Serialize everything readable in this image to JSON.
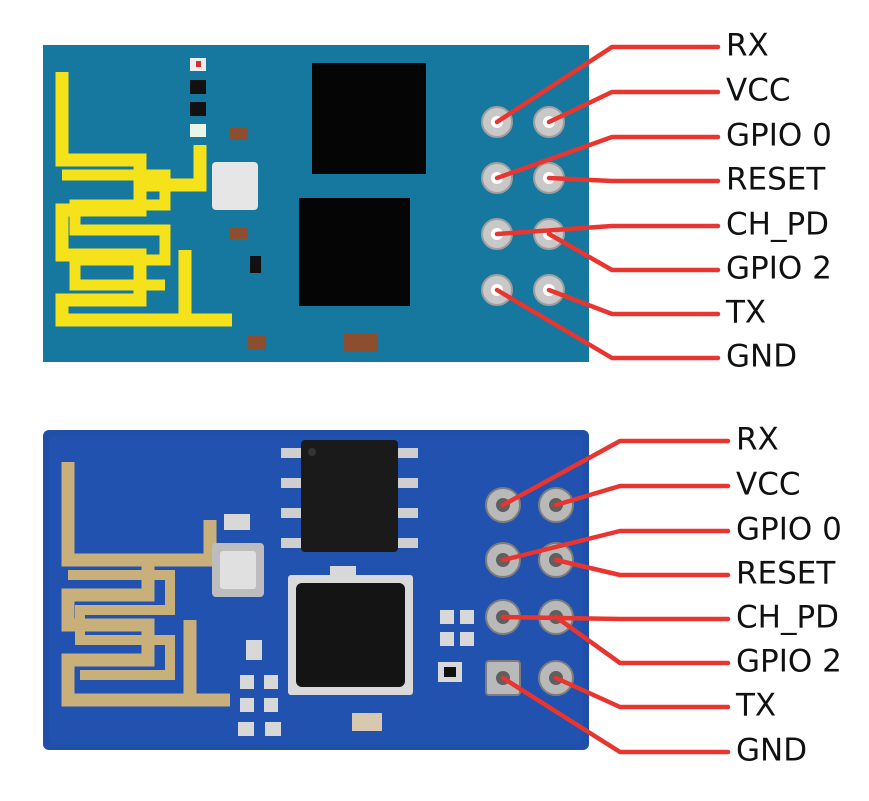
{
  "colors": {
    "background": "#ffffff",
    "board_illustration": "#16789e",
    "board_photo": "#1f4fa8",
    "antenna_illustration": "#f6e21b",
    "antenna_photo": "#c9b07a",
    "chip": "#050505",
    "leader_line": "#e8352f",
    "label_text": "#111111"
  },
  "top_module": {
    "name": "esp-01-illustration",
    "pin_labels": [
      "RX",
      "VCC",
      "GPIO 0",
      "RESET",
      "CH_PD",
      "GPIO 2",
      "TX",
      "GND"
    ]
  },
  "bottom_module": {
    "name": "esp-01-photo",
    "pin_labels": [
      "RX",
      "VCC",
      "GPIO 0",
      "RESET",
      "CH_PD",
      "GPIO 2",
      "TX",
      "GND"
    ]
  }
}
